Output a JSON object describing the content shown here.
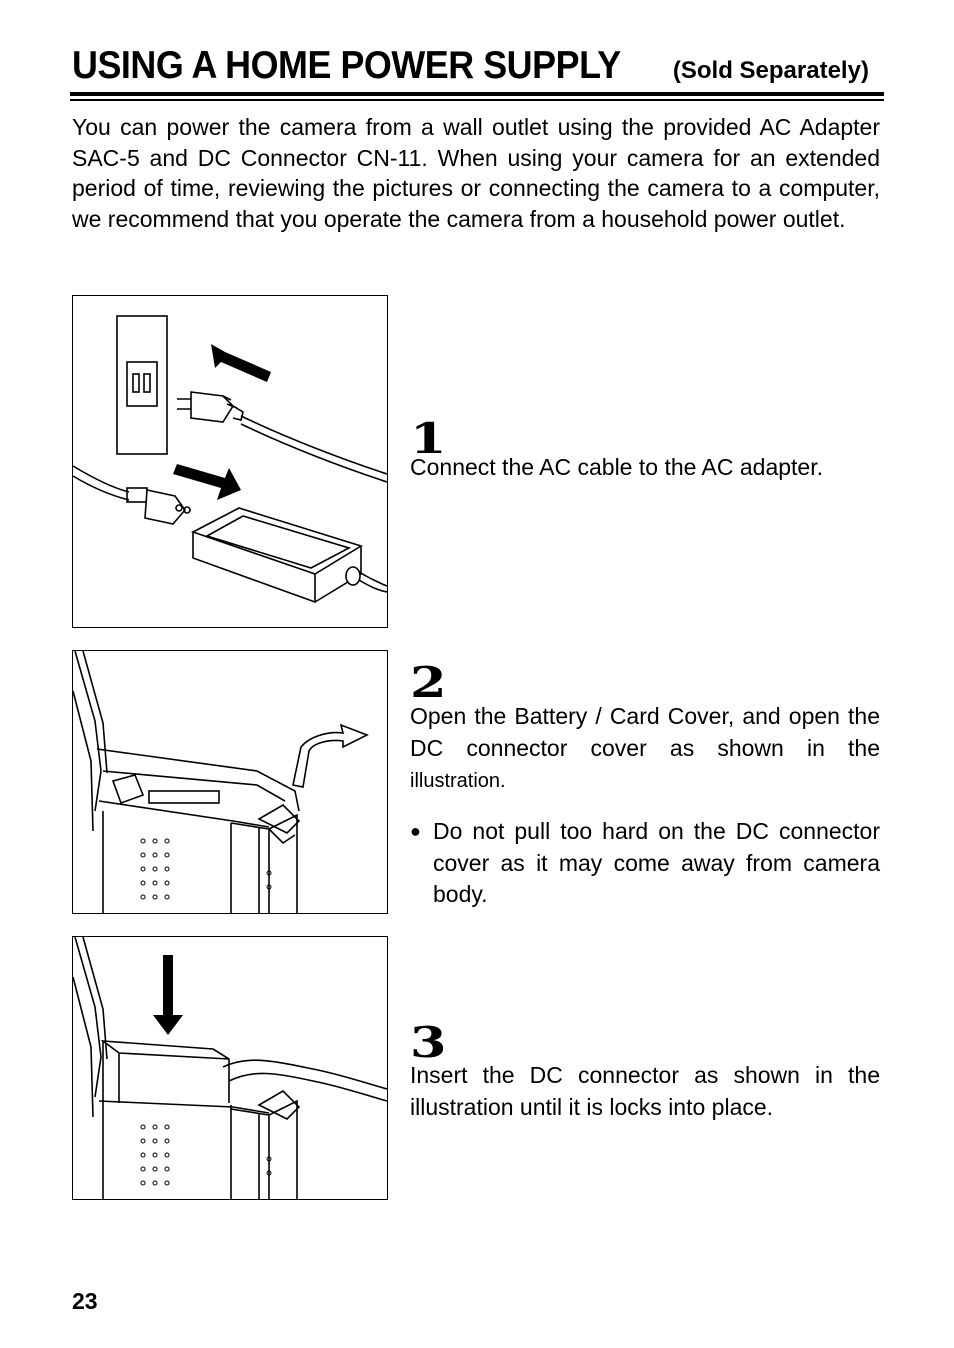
{
  "title": {
    "main": "USING A HOME POWER SUPPLY",
    "sub": "(Sold Separately)"
  },
  "intro": "You can power the camera from a wall outlet using the provided AC Adapter SAC-5 and DC Connector CN-11. When using your camera for an extended period of time, reviewing the pictures or connecting the camera to a computer, we recommend that you operate the camera from a household power outlet.",
  "steps": [
    {
      "number": "1",
      "text": "Connect the AC cable to the AC adapter."
    },
    {
      "number": "2",
      "text": "Open the Battery / Card Cover, and open the DC connector cover as shown in the",
      "text_small": "illustration.",
      "note": "Do not pull too hard on the DC connector cover as it may come away from camera body."
    },
    {
      "number": "3",
      "text": "Insert the DC connector as shown in the illustration until it is locks into place."
    }
  ],
  "bullet_glyph": "●",
  "page_number": "23"
}
